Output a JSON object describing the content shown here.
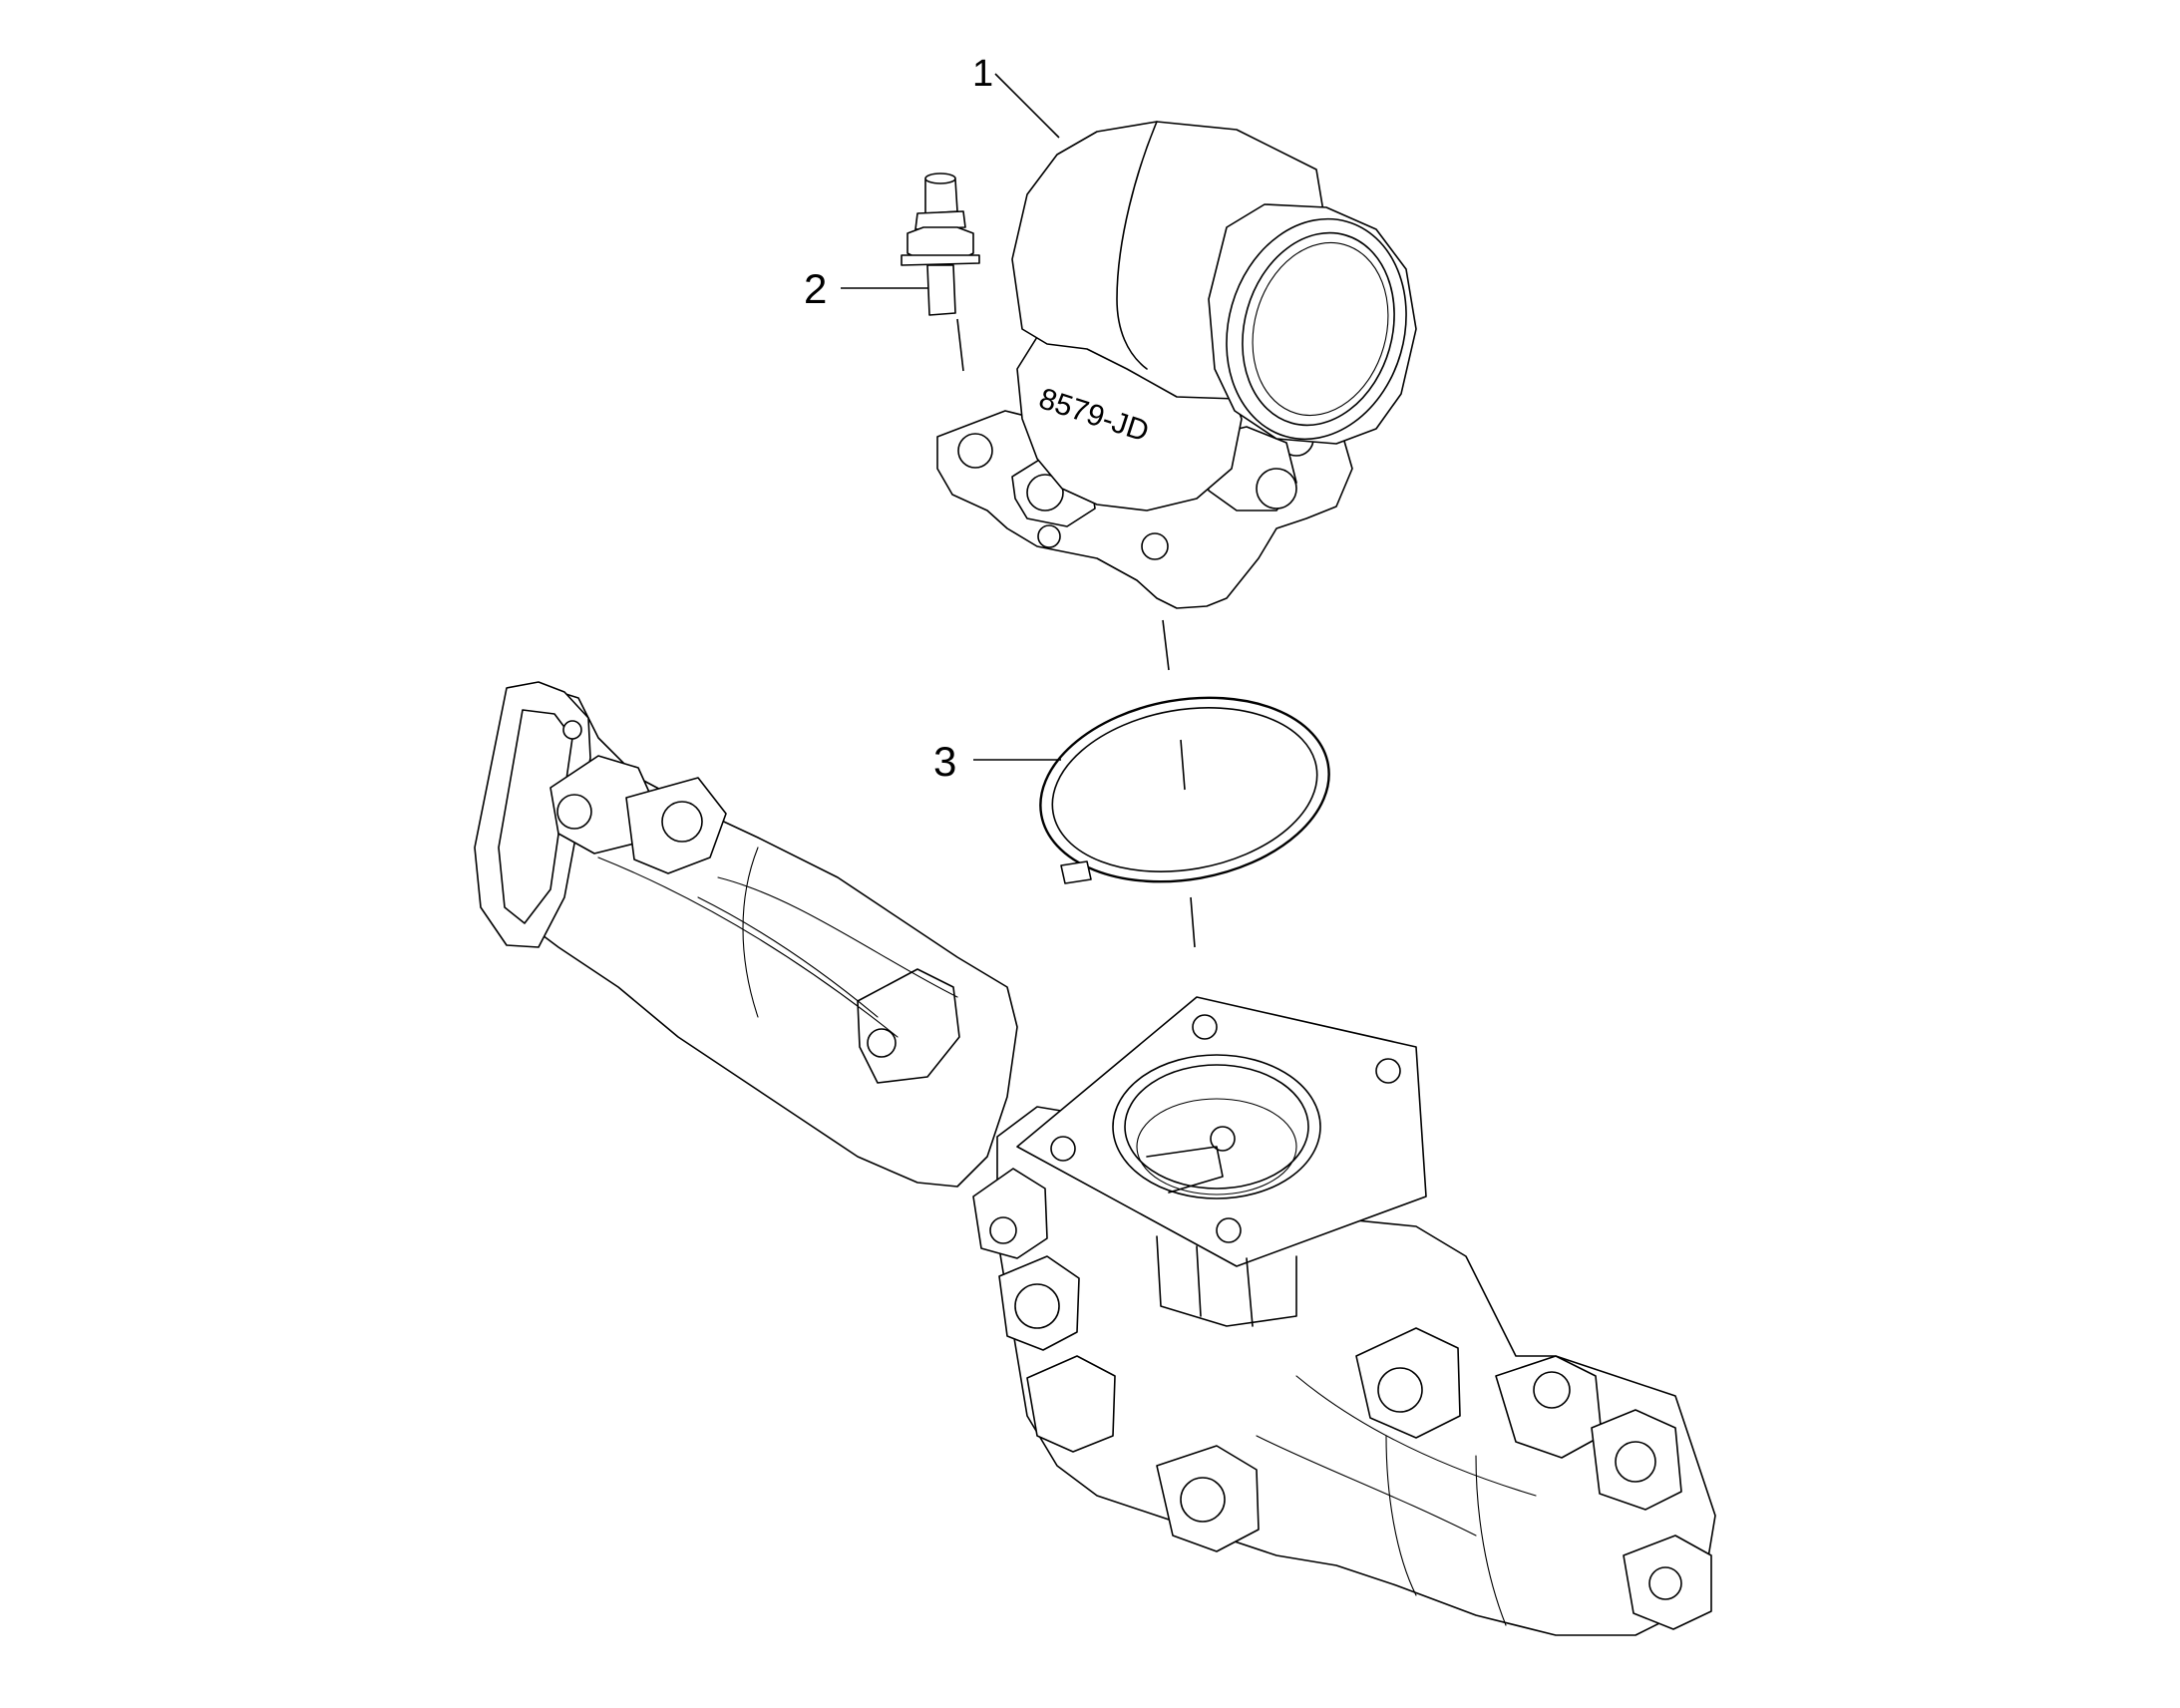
{
  "callouts": [
    {
      "id": "1",
      "label": "1"
    },
    {
      "id": "2",
      "label": "2"
    },
    {
      "id": "3",
      "label": "3"
    }
  ],
  "part_marking": "8579-JD",
  "colors": {
    "line": "#000000",
    "background": "#ffffff"
  }
}
